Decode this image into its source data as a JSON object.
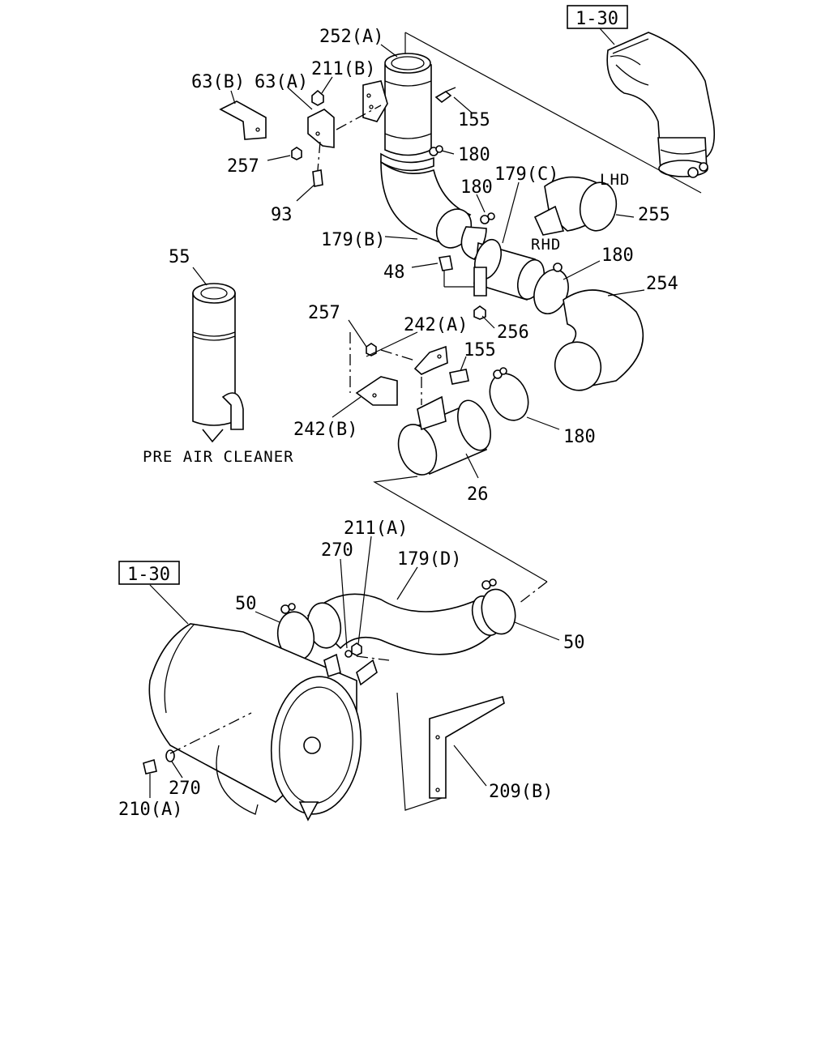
{
  "refs": {
    "top_ref": "1-30",
    "bottom_ref": "1-30"
  },
  "labels": {
    "p252a": "252(A)",
    "p211b": "211(B)",
    "p63b": "63(B)",
    "p63a": "63(A)",
    "p155_top": "155",
    "p180_a": "180",
    "p257_top": "257",
    "p93": "93",
    "p179c": "179(C)",
    "p180_b": "180",
    "lhd": "LHD",
    "p255": "255",
    "p179b": "179(B)",
    "rhd": "RHD",
    "p180_c": "180",
    "p48": "48",
    "p254": "254",
    "p55": "55",
    "p257_mid": "257",
    "p242a": "242(A)",
    "p256": "256",
    "p155_mid": "155",
    "p242b": "242(B)",
    "p180_d": "180",
    "p26": "26",
    "pre_air_cleaner": "PRE AIR CLEANER",
    "p211a": "211(A)",
    "p270_top": "270",
    "p179d": "179(D)",
    "p50_left": "50",
    "p50_right": "50",
    "p270_bottom": "270",
    "p210a": "210(A)",
    "p209b": "209(B)"
  }
}
